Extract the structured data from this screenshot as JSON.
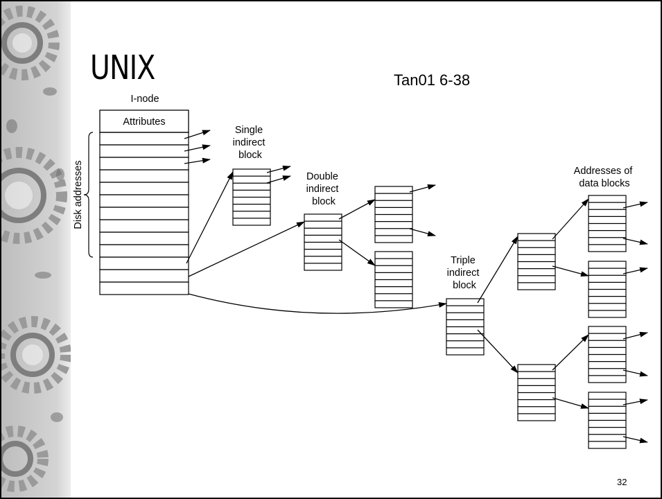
{
  "slide": {
    "title": "UNIX",
    "reference": "Tan01 6-38",
    "page_number": "32"
  },
  "diagram": {
    "inode_label": "I-node",
    "attributes_label": "Attributes",
    "disk_addresses_label": "Disk addresses",
    "single_indirect": [
      "Single",
      "indirect",
      "block"
    ],
    "double_indirect": [
      "Double",
      "indirect",
      "block"
    ],
    "triple_indirect": [
      "Triple",
      "indirect",
      "block"
    ],
    "data_blocks_label": [
      "Addresses of",
      "data blocks"
    ]
  }
}
